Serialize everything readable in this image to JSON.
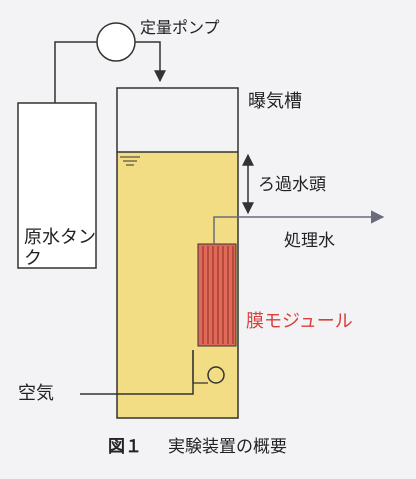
{
  "labels": {
    "pump": "定量ポンプ",
    "tank": "曝気槽",
    "raw_tank_line1": "原水タン",
    "raw_tank_line2": "ク",
    "filtration_head": "ろ過水頭",
    "treated_water": "処理水",
    "membrane_module": "膜モジュール",
    "air": "空気"
  },
  "caption": {
    "figure_number": "図１",
    "title": "実験装置の概要"
  },
  "colors": {
    "line": "#333333",
    "liquid": "#f2dd84",
    "membrane": "#e06a5a",
    "membrane_label": "#d8403a",
    "treated_arrow": "#6b6b80",
    "tank_fill": "#ffffff"
  }
}
